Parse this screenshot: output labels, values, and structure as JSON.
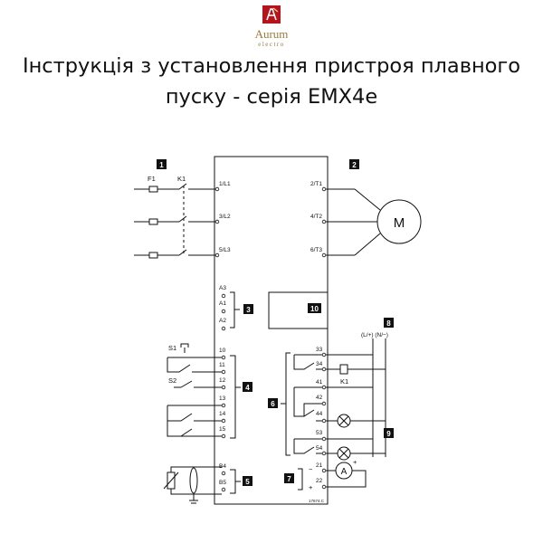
{
  "brand": {
    "name": "Aurum",
    "subtitle": "electro",
    "accent": "#b5141c",
    "gold": "#9a7b3c"
  },
  "title": "Інструкція з установлення пристроя плавного пуску - серія EMX4e",
  "diagram": {
    "callouts": {
      "c1": "1",
      "c2": "2",
      "c3": "3",
      "c4": "4",
      "c5": "5",
      "c6": "6",
      "c7": "7",
      "c8": "8",
      "c9": "9",
      "c10": "10"
    },
    "labels": {
      "f1": "F1",
      "k1": "K1",
      "k1_coil": "K1",
      "s1": "S1",
      "s2": "S2",
      "m": "M",
      "a": "A",
      "plus": "+",
      "minus": "−",
      "supply": "(L/+) (N/−)",
      "code": "17674.C"
    },
    "terminals": {
      "l1": "1/L1",
      "l2": "3/L2",
      "l3": "5/L3",
      "t1": "2/T1",
      "t2": "4/T2",
      "t3": "6/T3",
      "a3": "A3",
      "a1": "A1",
      "a2": "A2",
      "i10": "10",
      "i11": "11",
      "i12": "12",
      "i13": "13",
      "i14": "14",
      "i15": "15",
      "b4": "B4",
      "b5": "B5",
      "o33": "33",
      "o34": "34",
      "o41": "41",
      "o42": "42",
      "o44": "44",
      "o53": "53",
      "o54": "54",
      "o21": "21",
      "o22": "22"
    }
  }
}
